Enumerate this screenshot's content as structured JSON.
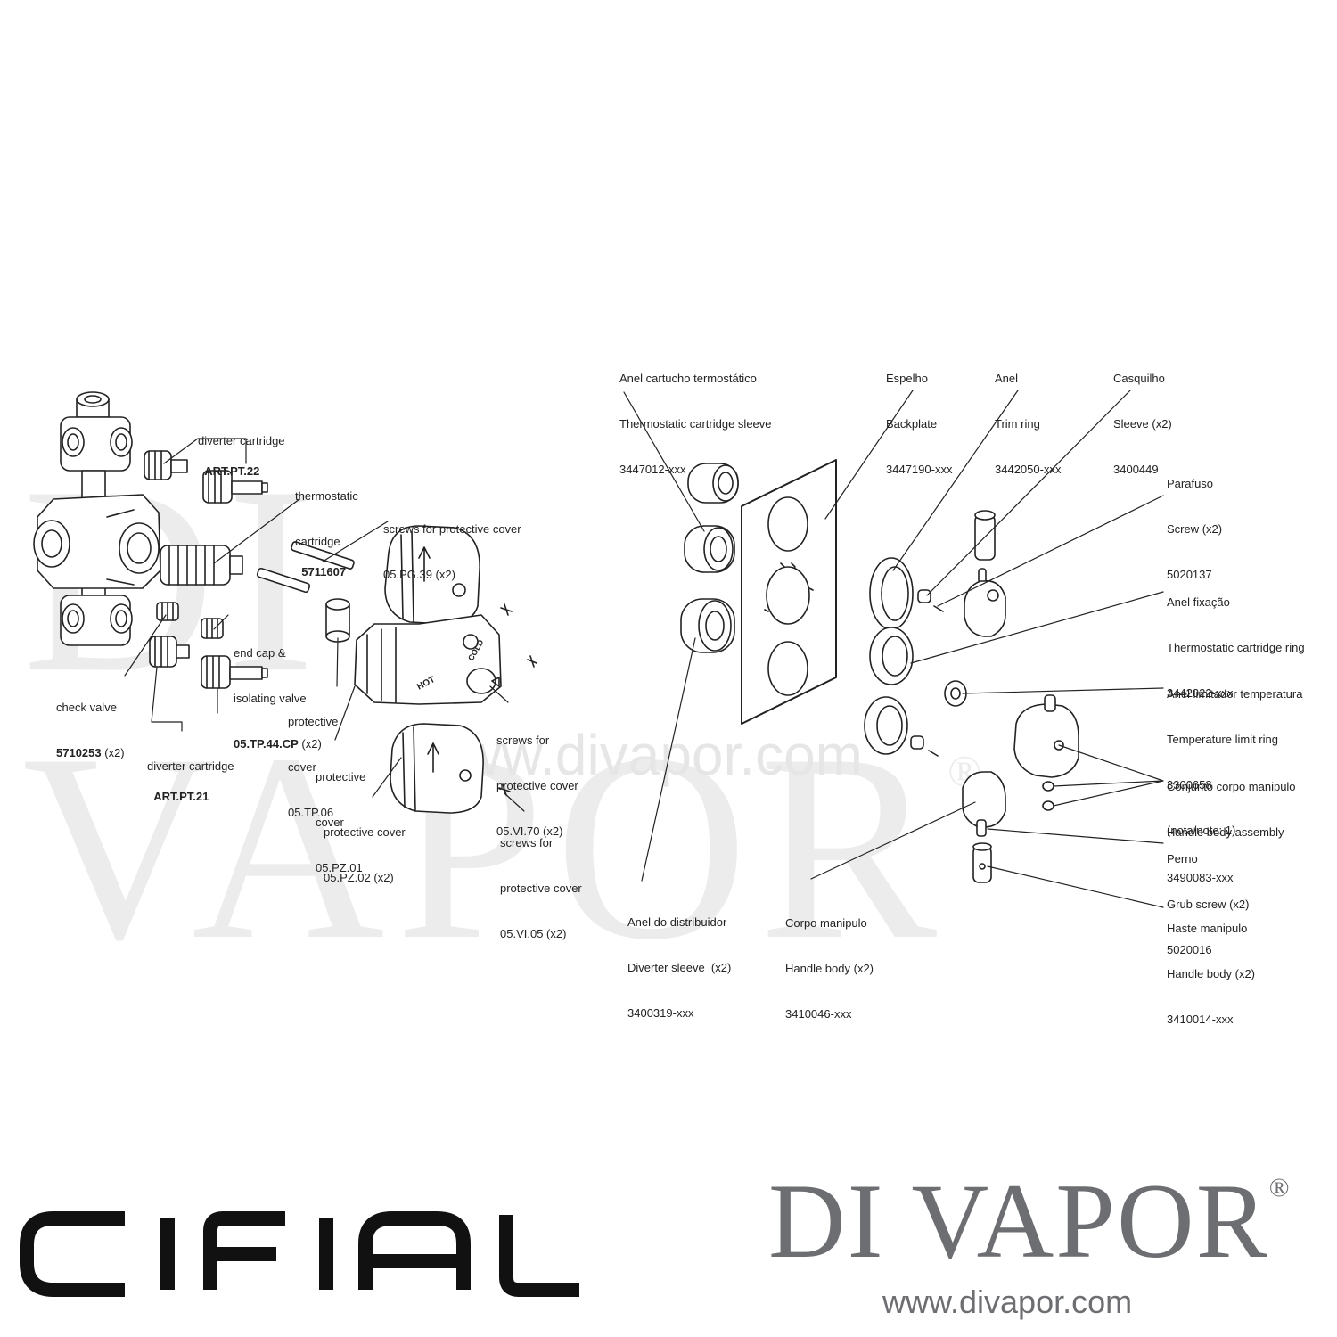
{
  "watermark": {
    "brand": "DI VAPOR",
    "registered": "®",
    "url": "www.divapor.com"
  },
  "left_labels": {
    "diverter_top": {
      "name": "diverter cartridge",
      "code": "ART.PT.22"
    },
    "thermostatic": {
      "name_line1": "thermostatic",
      "name_line2": "cartridge",
      "code": "5711607"
    },
    "screws_pg": {
      "name": "screws for protective cover",
      "code": "05.PG.39 (x2)"
    },
    "end_cap": {
      "name_line1": "end cap &",
      "name_line2": "isolating valve",
      "code": "05.TP.44.CP",
      "qty": "(x2)"
    },
    "check_valve": {
      "name": "check valve",
      "code": "5710253",
      "qty": "(x2)"
    },
    "protective_tp": {
      "name_line1": "protective",
      "name_line2": "cover",
      "code": "05.TP.06"
    },
    "diverter_bottom": {
      "name": "diverter cartridge",
      "code": "ART.PT.21"
    },
    "protective_pz01": {
      "name_line1": "protective",
      "name_line2": "cover",
      "code": "05.PZ.01"
    },
    "screws_vi70": {
      "name_line1": "screws for",
      "name_line2": "protective cover",
      "code": "05.VI.70 (x2)"
    },
    "protective_pz02": {
      "name": "protective cover",
      "code": "05.PZ.02 (x2)"
    },
    "screws_vi05": {
      "name_line1": "screws for",
      "name_line2": "protective cover",
      "code": "05.VI.05 (x2)"
    },
    "body_text_hot": "HOT",
    "body_text_cold": "COLD"
  },
  "right_labels": {
    "cartridge_sleeve": {
      "pt": "Anel cartucho termostático",
      "en": "Thermostatic cartridge sleeve",
      "code": "3447012-xxx"
    },
    "backplate": {
      "pt": "Espelho",
      "en": "Backplate",
      "code": "3447190-xxx"
    },
    "trim_ring": {
      "pt": "Anel",
      "en": "Trim ring",
      "code": "3442050-xxx"
    },
    "sleeve": {
      "pt": "Casquilho",
      "en": "Sleeve (x2)",
      "code": "3400449"
    },
    "screw": {
      "pt": "Parafuso",
      "en": "Screw (x2)",
      "code": "5020137"
    },
    "cartridge_ring": {
      "pt": "Anel fixação",
      "en": "Thermostatic cartridge ring",
      "code": "3442022-xxx"
    },
    "temp_limit": {
      "pt": "Anel limitador temperatura",
      "en": "Temperature limit ring",
      "code": "3300658",
      "note": "(nota/note: 1)"
    },
    "handle_assembly": {
      "pt": "Conjunto corpo manipulo",
      "en": "Handle body assembly",
      "code": "3490083-xxx"
    },
    "grub_screw": {
      "pt": "Perno",
      "en": "Grub screw (x2)",
      "code": "5020016"
    },
    "handle_stem": {
      "pt": "Haste manipulo",
      "en": "Handle body (x2)",
      "code": "3410014-xxx"
    },
    "diverter_sleeve": {
      "pt": "Anel do distribuidor",
      "en": "Diverter sleeve  (x2)",
      "code": "3400319-xxx"
    },
    "handle_body": {
      "pt": "Corpo manipulo",
      "en": "Handle body (x2)",
      "code": "3410046-xxx"
    }
  },
  "brands": {
    "left_logo": "CIFIAL",
    "right_name": "DI VAPOR",
    "right_reg": "®",
    "right_url": "www.divapor.com"
  },
  "colors": {
    "line": "#222222",
    "watermark": "#ececec",
    "brand_grey": "#6d6e71",
    "logo": "#111111"
  }
}
